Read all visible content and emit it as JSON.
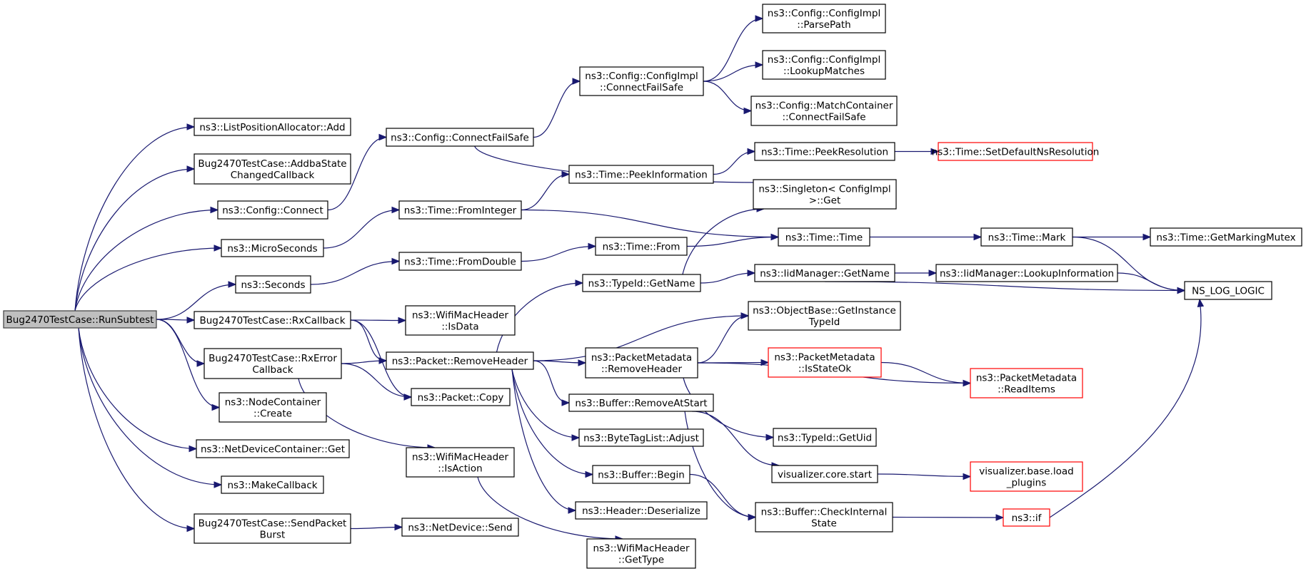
{
  "nodes": [
    {
      "id": "root",
      "lines": [
        "Bug2470TestCase::RunSubtest"
      ],
      "style": "root"
    },
    {
      "id": "lpa_add",
      "lines": [
        "ns3::ListPositionAllocator::Add"
      ]
    },
    {
      "id": "addba",
      "lines": [
        "Bug2470TestCase::AddbaState",
        "ChangedCallback"
      ]
    },
    {
      "id": "cfg_connect",
      "lines": [
        "ns3::Config::Connect"
      ]
    },
    {
      "id": "micro",
      "lines": [
        "ns3::MicroSeconds"
      ]
    },
    {
      "id": "seconds",
      "lines": [
        "ns3::Seconds"
      ]
    },
    {
      "id": "rxcb",
      "lines": [
        "Bug2470TestCase::RxCallback"
      ]
    },
    {
      "id": "rxerr",
      "lines": [
        "Bug2470TestCase::RxError",
        "Callback"
      ]
    },
    {
      "id": "nc_create",
      "lines": [
        "ns3::NodeContainer",
        "::Create"
      ]
    },
    {
      "id": "ndc_get",
      "lines": [
        "ns3::NetDeviceContainer::Get"
      ]
    },
    {
      "id": "makecb",
      "lines": [
        "ns3::MakeCallback"
      ]
    },
    {
      "id": "sendburst",
      "lines": [
        "Bug2470TestCase::SendPacket",
        "Burst"
      ]
    },
    {
      "id": "cfg_cfs",
      "lines": [
        "ns3::Config::ConnectFailSafe"
      ]
    },
    {
      "id": "t_fromint",
      "lines": [
        "ns3::Time::FromInteger"
      ]
    },
    {
      "id": "t_fromdbl",
      "lines": [
        "ns3::Time::FromDouble"
      ]
    },
    {
      "id": "wmh_isdata",
      "lines": [
        "ns3::WifiMacHeader",
        "::IsData"
      ]
    },
    {
      "id": "pkt_rmhdr",
      "lines": [
        "ns3::Packet::RemoveHeader"
      ]
    },
    {
      "id": "pkt_copy",
      "lines": [
        "ns3::Packet::Copy"
      ]
    },
    {
      "id": "wmh_isaction",
      "lines": [
        "ns3::WifiMacHeader",
        "::IsAction"
      ]
    },
    {
      "id": "nd_send",
      "lines": [
        "ns3::NetDevice::Send"
      ]
    },
    {
      "id": "cimpl_cfs",
      "lines": [
        "ns3::Config::ConfigImpl",
        "::ConnectFailSafe"
      ]
    },
    {
      "id": "t_peekinfo",
      "lines": [
        "ns3::Time::PeekInformation"
      ]
    },
    {
      "id": "t_from",
      "lines": [
        "ns3::Time::From"
      ]
    },
    {
      "id": "tid_getname",
      "lines": [
        "ns3::TypeId::GetName"
      ]
    },
    {
      "id": "pm_rmhdr",
      "lines": [
        "ns3::PacketMetadata",
        "::RemoveHeader"
      ]
    },
    {
      "id": "buf_rmstart",
      "lines": [
        "ns3::Buffer::RemoveAtStart"
      ]
    },
    {
      "id": "btl_adjust",
      "lines": [
        "ns3::ByteTagList::Adjust"
      ]
    },
    {
      "id": "buf_begin",
      "lines": [
        "ns3::Buffer::Begin"
      ]
    },
    {
      "id": "hdr_deser",
      "lines": [
        "ns3::Header::Deserialize"
      ]
    },
    {
      "id": "wmh_gettype",
      "lines": [
        "ns3::WifiMacHeader",
        "::GetType"
      ]
    },
    {
      "id": "cimpl_parse",
      "lines": [
        "ns3::Config::ConfigImpl",
        "::ParsePath"
      ]
    },
    {
      "id": "cimpl_lookup",
      "lines": [
        "ns3::Config::ConfigImpl",
        "::LookupMatches"
      ]
    },
    {
      "id": "mc_cfs",
      "lines": [
        "ns3::Config::MatchContainer",
        "::ConnectFailSafe"
      ]
    },
    {
      "id": "t_peekres",
      "lines": [
        "ns3::Time::PeekResolution"
      ]
    },
    {
      "id": "singleton_get",
      "lines": [
        "ns3::Singleton< ConfigImpl",
        " >::Get"
      ]
    },
    {
      "id": "t_time",
      "lines": [
        "ns3::Time::Time"
      ]
    },
    {
      "id": "iid_getname",
      "lines": [
        "ns3::IidManager::GetName"
      ]
    },
    {
      "id": "ob_gitid",
      "lines": [
        "ns3::ObjectBase::GetInstance",
        "TypeId"
      ]
    },
    {
      "id": "pm_isstateok",
      "lines": [
        "ns3::PacketMetadata",
        "::IsStateOk"
      ],
      "style": "red"
    },
    {
      "id": "tid_getuid",
      "lines": [
        "ns3::TypeId::GetUid"
      ]
    },
    {
      "id": "viz_start",
      "lines": [
        "visualizer.core.start"
      ]
    },
    {
      "id": "buf_checkint",
      "lines": [
        "ns3::Buffer::CheckInternal",
        "State"
      ]
    },
    {
      "id": "t_setdefres",
      "lines": [
        "ns3::Time::SetDefaultNsResolution"
      ],
      "style": "red"
    },
    {
      "id": "t_mark",
      "lines": [
        "ns3::Time::Mark"
      ]
    },
    {
      "id": "iid_lookupinfo",
      "lines": [
        "ns3::IidManager::LookupInformation"
      ]
    },
    {
      "id": "pm_readitems",
      "lines": [
        "ns3::PacketMetadata",
        "::ReadItems"
      ],
      "style": "red"
    },
    {
      "id": "viz_loadplugins",
      "lines": [
        "visualizer.base.load",
        "_plugins"
      ],
      "style": "red"
    },
    {
      "id": "ns3_if",
      "lines": [
        "ns3::if"
      ],
      "style": "red"
    },
    {
      "id": "t_getmutex",
      "lines": [
        "ns3::Time::GetMarkingMutex"
      ]
    },
    {
      "id": "ns_log_logic",
      "lines": [
        "NS_LOG_LOGIC"
      ]
    }
  ],
  "edges": [
    [
      "root",
      "lpa_add"
    ],
    [
      "root",
      "addba"
    ],
    [
      "root",
      "cfg_connect"
    ],
    [
      "root",
      "micro"
    ],
    [
      "root",
      "seconds"
    ],
    [
      "root",
      "rxcb"
    ],
    [
      "root",
      "rxerr"
    ],
    [
      "root",
      "nc_create"
    ],
    [
      "root",
      "ndc_get"
    ],
    [
      "root",
      "makecb"
    ],
    [
      "root",
      "sendburst"
    ],
    [
      "cfg_connect",
      "cfg_cfs"
    ],
    [
      "micro",
      "t_fromint"
    ],
    [
      "seconds",
      "t_fromdbl"
    ],
    [
      "rxcb",
      "wmh_isdata"
    ],
    [
      "rxcb",
      "pkt_rmhdr"
    ],
    [
      "rxcb",
      "pkt_copy"
    ],
    [
      "rxerr",
      "pkt_rmhdr"
    ],
    [
      "rxerr",
      "pkt_copy"
    ],
    [
      "rxerr",
      "wmh_isaction"
    ],
    [
      "sendburst",
      "nd_send"
    ],
    [
      "cfg_cfs",
      "cimpl_cfs"
    ],
    [
      "cfg_cfs",
      "singleton_get"
    ],
    [
      "t_fromint",
      "t_peekinfo"
    ],
    [
      "t_fromint",
      "t_time"
    ],
    [
      "t_fromdbl",
      "t_from"
    ],
    [
      "pkt_rmhdr",
      "tid_getname"
    ],
    [
      "pkt_rmhdr",
      "ob_gitid"
    ],
    [
      "pkt_rmhdr",
      "pm_rmhdr"
    ],
    [
      "pkt_rmhdr",
      "buf_rmstart"
    ],
    [
      "pkt_rmhdr",
      "btl_adjust"
    ],
    [
      "pkt_rmhdr",
      "buf_begin"
    ],
    [
      "pkt_rmhdr",
      "hdr_deser"
    ],
    [
      "wmh_isaction",
      "wmh_gettype"
    ],
    [
      "cimpl_cfs",
      "cimpl_parse"
    ],
    [
      "cimpl_cfs",
      "cimpl_lookup"
    ],
    [
      "cimpl_cfs",
      "mc_cfs"
    ],
    [
      "t_peekinfo",
      "t_peekres"
    ],
    [
      "t_from",
      "t_time"
    ],
    [
      "tid_getname",
      "singleton_get"
    ],
    [
      "tid_getname",
      "iid_getname"
    ],
    [
      "pm_rmhdr",
      "ob_gitid"
    ],
    [
      "pm_rmhdr",
      "pm_isstateok"
    ],
    [
      "pm_rmhdr",
      "pm_readitems"
    ],
    [
      "pm_rmhdr",
      "tid_getuid"
    ],
    [
      "buf_rmstart",
      "viz_start"
    ],
    [
      "buf_rmstart",
      "buf_checkint"
    ],
    [
      "buf_begin",
      "buf_checkint"
    ],
    [
      "t_peekres",
      "t_setdefres"
    ],
    [
      "t_time",
      "t_mark"
    ],
    [
      "iid_getname",
      "iid_lookupinfo"
    ],
    [
      "iid_getname",
      "ns_log_logic"
    ],
    [
      "pm_isstateok",
      "pm_readitems"
    ],
    [
      "viz_start",
      "viz_loadplugins"
    ],
    [
      "buf_checkint",
      "ns3_if"
    ],
    [
      "t_mark",
      "t_getmutex"
    ],
    [
      "t_mark",
      "ns_log_logic"
    ],
    [
      "iid_lookupinfo",
      "ns_log_logic"
    ],
    [
      "ns3_if",
      "ns_log_logic"
    ]
  ]
}
